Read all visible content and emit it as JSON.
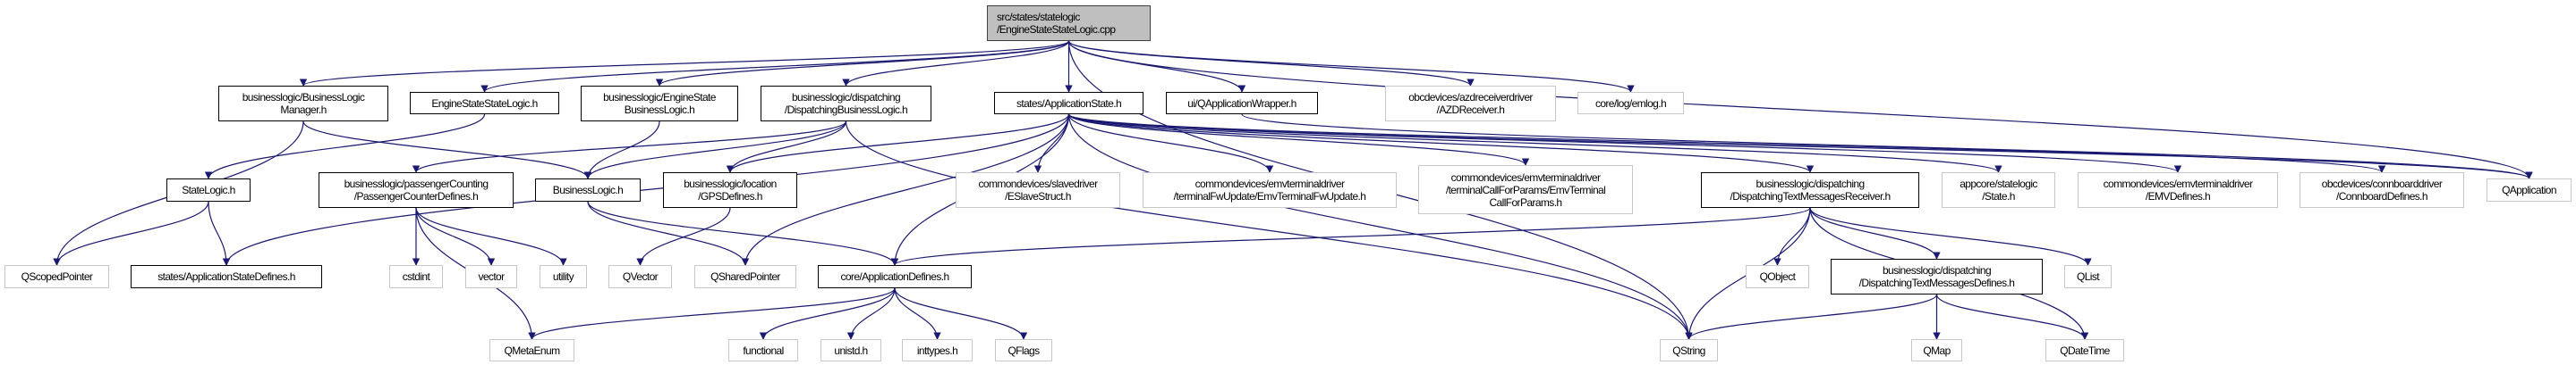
{
  "edge_color": "#191970",
  "root_fill": "#bfbfbf",
  "nodes": {
    "root": {
      "label": "src/states/statelogic\n/EngineStateStateLogic.cpp",
      "kind": "root"
    },
    "blm": {
      "label": "businesslogic/BusinessLogic\nManager.h",
      "kind": "doc"
    },
    "essl": {
      "label": "EngineStateStateLogic.h",
      "kind": "doc"
    },
    "esbl": {
      "label": "businesslogic/EngineState\nBusinessLogic.h",
      "kind": "doc"
    },
    "dbl": {
      "label": "businesslogic/dispatching\n/DispatchingBusinessLogic.h",
      "kind": "doc"
    },
    "appstate": {
      "label": "states/ApplicationState.h",
      "kind": "doc"
    },
    "qaw": {
      "label": "ui/QApplicationWrapper.h",
      "kind": "doc"
    },
    "azd": {
      "label": "obcdevices/azdreceiverdriver\n/AZDReceiver.h",
      "kind": "ext"
    },
    "emlog": {
      "label": "core/log/emlog.h",
      "kind": "ext"
    },
    "statelogic": {
      "label": "StateLogic.h",
      "kind": "doc"
    },
    "pcd": {
      "label": "businesslogic/passengerCounting\n/PassengerCounterDefines.h",
      "kind": "doc"
    },
    "bl": {
      "label": "BusinessLogic.h",
      "kind": "doc"
    },
    "gps": {
      "label": "businesslogic/location\n/GPSDefines.h",
      "kind": "doc"
    },
    "eslave": {
      "label": "commondevices/slavedriver\n/ESlaveStruct.h",
      "kind": "ext"
    },
    "emvfw": {
      "label": "commondevices/emvterminaldriver\n/terminalFwUpdate/EmvTerminalFwUpdate.h",
      "kind": "ext"
    },
    "emvcfp": {
      "label": "commondevices/emvterminaldriver\n/terminalCallForParams/EmvTerminal\nCallForParams.h",
      "kind": "ext"
    },
    "dtmr": {
      "label": "businesslogic/dispatching\n/DispatchingTextMessagesReceiver.h",
      "kind": "doc"
    },
    "state": {
      "label": "appcore/statelogic\n/State.h",
      "kind": "ext"
    },
    "emvdef": {
      "label": "commondevices/emvterminaldriver\n/EMVDefines.h",
      "kind": "ext"
    },
    "connb": {
      "label": "obcdevices/connboarddriver\n/ConnboardDefines.h",
      "kind": "ext"
    },
    "qapp": {
      "label": "QApplication",
      "kind": "ext"
    },
    "qscoped": {
      "label": "QScopedPointer",
      "kind": "ext"
    },
    "asd": {
      "label": "states/ApplicationStateDefines.h",
      "kind": "doc"
    },
    "cstdint": {
      "label": "cstdint",
      "kind": "ext"
    },
    "vector": {
      "label": "vector",
      "kind": "ext"
    },
    "utility": {
      "label": "utility",
      "kind": "ext"
    },
    "qvector": {
      "label": "QVector",
      "kind": "ext"
    },
    "qshared": {
      "label": "QSharedPointer",
      "kind": "ext"
    },
    "appdef": {
      "label": "core/ApplicationDefines.h",
      "kind": "doc"
    },
    "qobject": {
      "label": "QObject",
      "kind": "ext"
    },
    "dtmd": {
      "label": "businesslogic/dispatching\n/DispatchingTextMessagesDefines.h",
      "kind": "doc"
    },
    "qlist": {
      "label": "QList",
      "kind": "ext"
    },
    "qmetaenum": {
      "label": "QMetaEnum",
      "kind": "ext"
    },
    "functional": {
      "label": "functional",
      "kind": "ext"
    },
    "unistd": {
      "label": "unistd.h",
      "kind": "ext"
    },
    "inttypes": {
      "label": "inttypes.h",
      "kind": "ext"
    },
    "qflags": {
      "label": "QFlags",
      "kind": "ext"
    },
    "qstring": {
      "label": "QString",
      "kind": "ext"
    },
    "qmap": {
      "label": "QMap",
      "kind": "ext"
    },
    "qdatetime": {
      "label": "QDateTime",
      "kind": "ext"
    }
  },
  "edges": [
    [
      "root",
      "blm"
    ],
    [
      "root",
      "essl"
    ],
    [
      "root",
      "esbl"
    ],
    [
      "root",
      "dbl"
    ],
    [
      "root",
      "appstate"
    ],
    [
      "root",
      "qaw"
    ],
    [
      "root",
      "azd"
    ],
    [
      "root",
      "emlog"
    ],
    [
      "root",
      "qstring"
    ],
    [
      "root",
      "qapp"
    ],
    [
      "blm",
      "qscoped"
    ],
    [
      "blm",
      "bl"
    ],
    [
      "essl",
      "statelogic"
    ],
    [
      "statelogic",
      "qscoped"
    ],
    [
      "statelogic",
      "asd"
    ],
    [
      "esbl",
      "bl"
    ],
    [
      "dbl",
      "pcd"
    ],
    [
      "dbl",
      "bl"
    ],
    [
      "dbl",
      "gps"
    ],
    [
      "dbl",
      "qstring"
    ],
    [
      "appstate",
      "asd"
    ],
    [
      "appstate",
      "gps"
    ],
    [
      "appstate",
      "qshared"
    ],
    [
      "appstate",
      "appdef"
    ],
    [
      "appstate",
      "eslave"
    ],
    [
      "appstate",
      "emvfw"
    ],
    [
      "appstate",
      "emvcfp"
    ],
    [
      "appstate",
      "dtmr"
    ],
    [
      "appstate",
      "state"
    ],
    [
      "appstate",
      "emvdef"
    ],
    [
      "appstate",
      "connb"
    ],
    [
      "appstate",
      "qapp"
    ],
    [
      "appstate",
      "qstring"
    ],
    [
      "qaw",
      "qapp"
    ],
    [
      "pcd",
      "cstdint"
    ],
    [
      "pcd",
      "vector"
    ],
    [
      "pcd",
      "utility"
    ],
    [
      "pcd",
      "qmetaenum"
    ],
    [
      "bl",
      "qshared"
    ],
    [
      "bl",
      "appdef"
    ],
    [
      "gps",
      "qvector"
    ],
    [
      "appdef",
      "qmetaenum"
    ],
    [
      "appdef",
      "functional"
    ],
    [
      "appdef",
      "unistd"
    ],
    [
      "appdef",
      "inttypes"
    ],
    [
      "appdef",
      "qflags"
    ],
    [
      "dtmr",
      "appdef"
    ],
    [
      "dtmr",
      "qstring"
    ],
    [
      "dtmr",
      "qobject"
    ],
    [
      "dtmr",
      "dtmd"
    ],
    [
      "dtmr",
      "qlist"
    ],
    [
      "dtmr",
      "qdatetime"
    ],
    [
      "dtmd",
      "qstring"
    ],
    [
      "dtmd",
      "qmap"
    ],
    [
      "dtmd",
      "qdatetime"
    ]
  ]
}
